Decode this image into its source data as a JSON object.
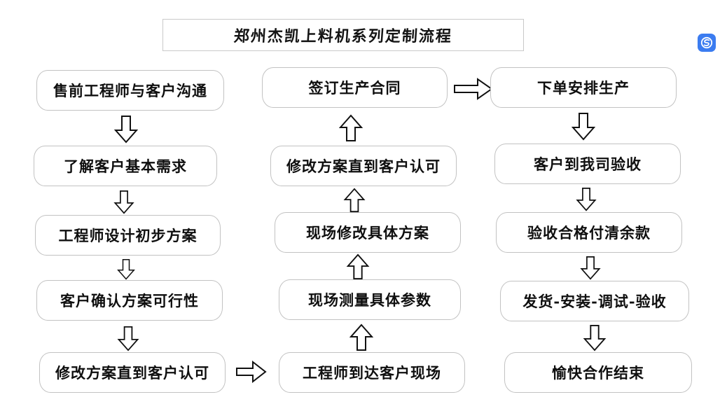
{
  "title": {
    "text": "郑州杰凯上料机系列定制流程"
  },
  "logo": {
    "name": "sogou-logo-icon",
    "color": "#3b7cf0"
  },
  "columns": [
    {
      "id": "column-1",
      "direction": "down",
      "nodes": [
        {
          "label": "售前工程师与客户沟通"
        },
        {
          "label": "了解客户基本需求"
        },
        {
          "label": "工程师设计初步方案"
        },
        {
          "label": "客户确认方案可行性"
        },
        {
          "label": "修改方案直到客户认可"
        }
      ]
    },
    {
      "id": "column-2",
      "direction": "up",
      "nodes": [
        {
          "label": "签订生产合同"
        },
        {
          "label": "修改方案直到客户认可"
        },
        {
          "label": "现场修改具体方案"
        },
        {
          "label": "现场测量具体参数"
        },
        {
          "label": "工程师到达客户现场"
        }
      ]
    },
    {
      "id": "column-3",
      "direction": "down",
      "nodes": [
        {
          "label": "下单安排生产"
        },
        {
          "label": "客户到我司验收"
        },
        {
          "label": "验收合格付清余款"
        },
        {
          "label": "发货-安装-调试-验收"
        },
        {
          "label": "愉快合作结束"
        }
      ]
    }
  ],
  "connectors": [
    {
      "name": "arrow-col1-step1-to-step2",
      "type": "down"
    },
    {
      "name": "arrow-col1-step2-to-step3",
      "type": "down"
    },
    {
      "name": "arrow-col1-step3-to-step4",
      "type": "down"
    },
    {
      "name": "arrow-col1-step4-to-step5",
      "type": "down"
    },
    {
      "name": "arrow-col1-to-col2",
      "type": "right"
    },
    {
      "name": "arrow-col2-step5-to-step4",
      "type": "up"
    },
    {
      "name": "arrow-col2-step4-to-step3",
      "type": "up"
    },
    {
      "name": "arrow-col2-step3-to-step2",
      "type": "up"
    },
    {
      "name": "arrow-col2-step2-to-step1",
      "type": "up"
    },
    {
      "name": "arrow-col2-to-col3",
      "type": "right"
    },
    {
      "name": "arrow-col3-step1-to-step2",
      "type": "down"
    },
    {
      "name": "arrow-col3-step2-to-step3",
      "type": "down"
    },
    {
      "name": "arrow-col3-step3-to-step4",
      "type": "down"
    },
    {
      "name": "arrow-col3-step4-to-step5",
      "type": "down"
    }
  ]
}
